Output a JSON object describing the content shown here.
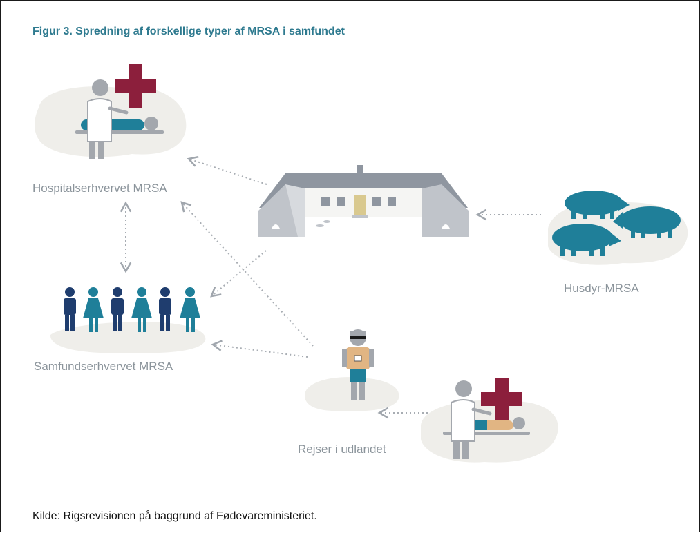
{
  "title": "Figur 3. Spredning af forskellige typer af MRSA i samfundet",
  "labels": {
    "hospital": "Hospitalserhvervet MRSA",
    "livestock": "Husdyr-MRSA",
    "community": "Samfundserhvervet MRSA",
    "travel": "Rejser i udlandet"
  },
  "source": "Kilde:  Rigsrevisionen på baggrund af Fødevareministeriet.",
  "colors": {
    "title": "#2e7a8f",
    "label": "#8b949b",
    "blob": "#efeeea",
    "figure_grey": "#a3a7ad",
    "farm_grey": "#8f96a0",
    "teal": "#1f7f99",
    "navy": "#1f3d6e",
    "red_cross": "#8c1f3c",
    "skin": "#e1b583",
    "window_gold": "#d9c98f"
  },
  "icons": [
    "hospital-scene-icon",
    "farm-building-icon",
    "pigs-icon",
    "community-people-icon",
    "traveler-icon",
    "abroad-hospital-scene-icon"
  ]
}
